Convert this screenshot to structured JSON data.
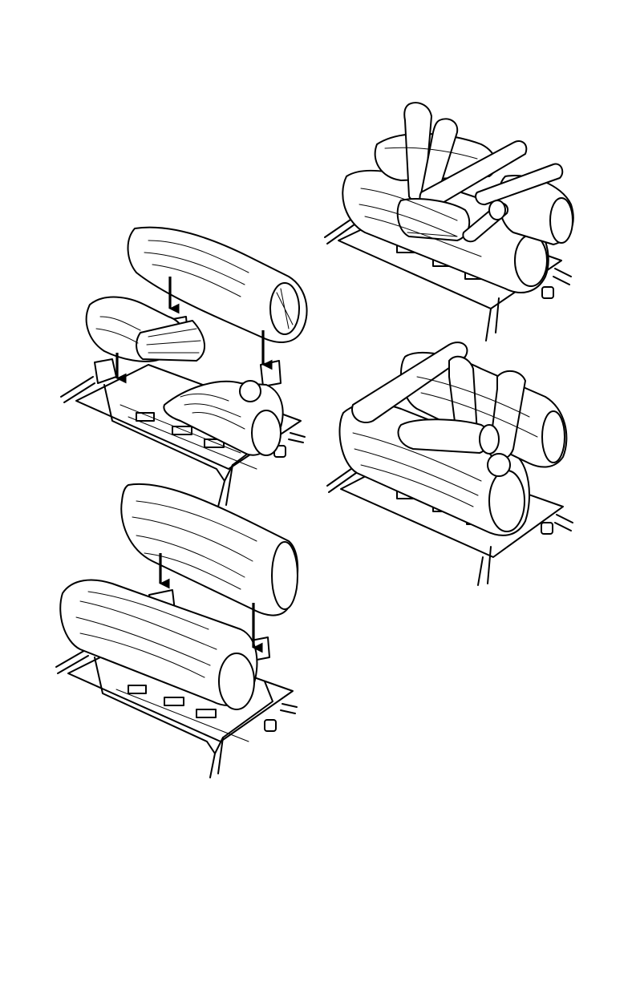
{
  "page": {
    "background": "#ffffff",
    "line_color": "#000000"
  },
  "figures": [
    {
      "id": "step-2",
      "icon": "grate-with-two-logs-and-top-log-arrows"
    },
    {
      "id": "step-1",
      "icon": "grate-with-rear-log-and-front-log-arrows"
    },
    {
      "id": "assembled-front-view",
      "icon": "completed-log-set"
    },
    {
      "id": "assembled-alternate-view",
      "icon": "completed-log-set-alt"
    }
  ]
}
